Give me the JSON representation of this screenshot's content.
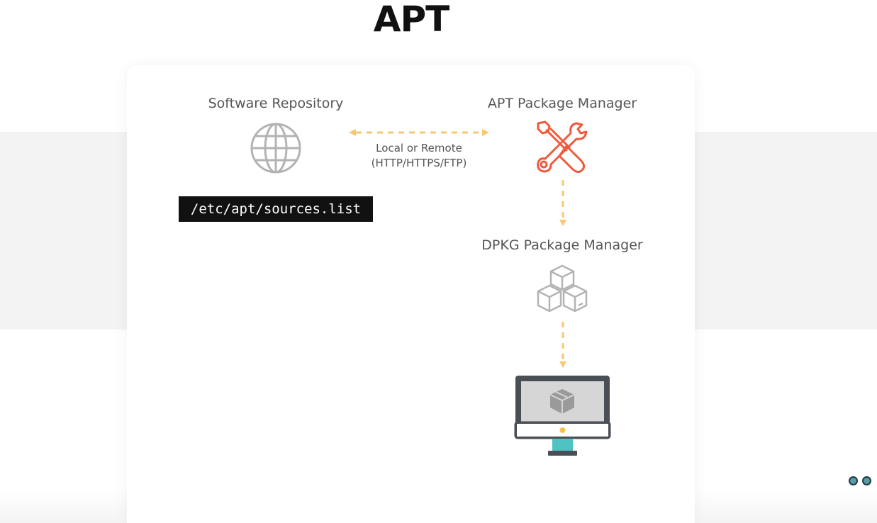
{
  "title": "APT",
  "nodes": {
    "repository": "Software Repository",
    "apt": "APT  Package Manager",
    "dpkg": "DPKG Package Manager"
  },
  "connection": {
    "line1": "Local or  Remote",
    "line2": "(HTTP/HTTPS/FTP)"
  },
  "sources_file": "/etc/apt/sources.list",
  "colors": {
    "accent_orange": "#f05a3c",
    "arrow_dash": "#f7c873",
    "icon_gray": "#b3b3b3",
    "monitor_frame": "#4a4f55",
    "monitor_stand": "#4fc3c3"
  },
  "icons": [
    "globe-icon",
    "tools-icon",
    "boxes-icon",
    "monitor-icon"
  ]
}
